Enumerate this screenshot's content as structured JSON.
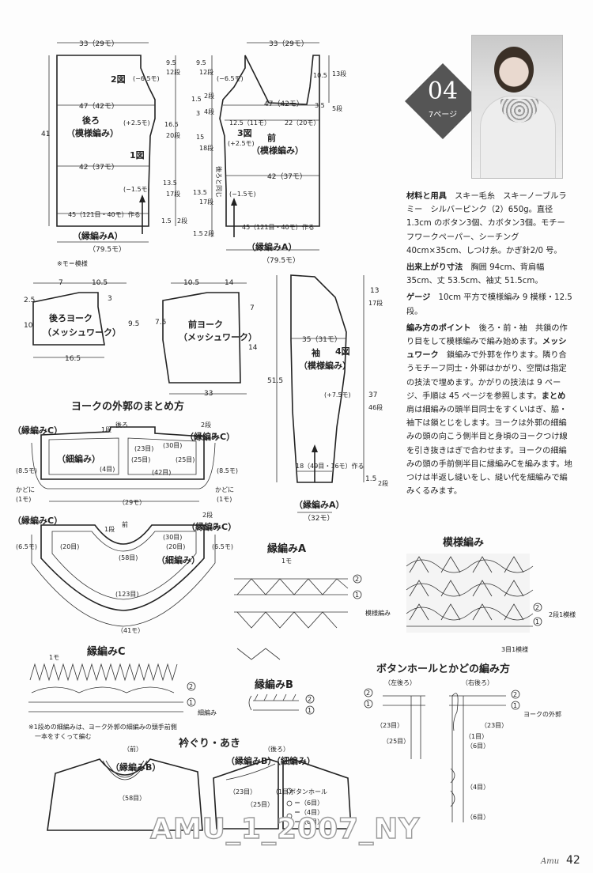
{
  "pattern": {
    "number": "04",
    "page_ref": "7ページ"
  },
  "text_blocks": [
    {
      "heading": "材料と用具",
      "body": "　スキー毛糸　スキーノーブルラミー　シルバーピンク（2）650g。直径 1.3cm のボタン3個、カボタン3個。モチーフワークペーパー、シーチング 40cm×35cm、しつけ糸。かぎ針2/0 号。"
    },
    {
      "heading": "出来上がり寸法",
      "body": "　胸囲 94cm、背肩幅 35cm、丈 53.5cm、袖丈 51.5cm。"
    },
    {
      "heading": "ゲージ",
      "body": "　10cm 平方で模様編み 9 模様・12.5 段。"
    },
    {
      "heading": "編み方のポイント",
      "body": "　後ろ・前・袖　共鎖の作り目をして模様編みで編み始めます。"
    },
    {
      "heading": "メッシュワーク",
      "body": "　鎖編みで外郭を作ります。隣り合うモチーフ同士・外郭はかがり、空間は指定の技法で埋めます。かがりの技法は 9 ページ、手順は 45 ページを参照します。"
    },
    {
      "heading": "まとめ",
      "body": "　肩は細編みの頭半目同士をすくいはぎ、脇・袖下は鎖とじをします。ヨークは外郭の細編みの頭の向こう側半目と身頃のヨークつけ線を引き抜きはぎで合わせます。ヨークの細編みの頭の手前側半目に縁編みCを編みます。地つけは半返し縫いをし、縫い代を細編みで編みくるみます。"
    }
  ],
  "back": {
    "title": "後ろ",
    "subtitle": "（模様編み）",
    "fig2": "2図",
    "fig1": "1図",
    "top_width": "33（29モ）",
    "m1": "(−6.5モ)",
    "w47": "47（42モ）",
    "m2": "(+2.5モ)",
    "w42": "42（37モ）",
    "m3": "(−1.5モ)",
    "start": "45（121目・40モ）作る",
    "edge": "（縁編みA）",
    "bottom": "（79.5モ）",
    "height": "41",
    "side_segments": [
      "9.5",
      "12段",
      "16.5",
      "20段",
      "13.5",
      "17段",
      "1.5",
      "2段"
    ],
    "note": "※モ＝模様"
  },
  "front": {
    "title": "前",
    "subtitle": "（模様編み）",
    "fig3": "3図",
    "same_as_back": "後ろと同じ",
    "top_width": "33（29モ）",
    "m1": "(−6.5モ)",
    "w47": "47（42モ）",
    "w125": "12.5（11モ）",
    "w22": "22（20モ）",
    "m2": "(+2.5モ)",
    "w42": "42（37モ）",
    "m3": "(−1.5モ)",
    "start": "45（121目・40モ）作る",
    "edge": "（縁編みA）",
    "bottom": "（79.5モ）",
    "left_segments": [
      "9.5",
      "12段",
      "1.5",
      "2段",
      "3",
      "4段",
      "15",
      "18段",
      "13.5",
      "17段",
      "1.5",
      "2段"
    ],
    "right_segments": [
      "10.5",
      "13段",
      "3.5",
      "5段"
    ]
  },
  "back_yoke": {
    "title": "後ろヨーク",
    "subtitle": "（メッシュワーク）",
    "w7": "7",
    "w105": "10.5",
    "h25": "2.5",
    "h10": "10",
    "h3": "3",
    "h95": "9.5",
    "bottom": "16.5"
  },
  "front_yoke": {
    "title": "前ヨーク",
    "subtitle": "（メッシュワーク）",
    "w105": "10.5",
    "w14": "14",
    "h75": "7.5",
    "h7": "7",
    "h14": "14",
    "bottom": "33"
  },
  "sleeve": {
    "title": "袖",
    "fig": "4図",
    "subtitle": "（模様編み）",
    "w35": "35（31モ）",
    "height": "51.5",
    "top": "13",
    "top_rows": "17段",
    "inc": "(+7.5モ)",
    "mid": "37",
    "mid_rows": "46段",
    "start": "18（49目・16モ）作る",
    "b15": "1.5",
    "b2": "2段",
    "edge": "（縁編みA）",
    "bottom": "（32モ）"
  },
  "yoke_assembly": {
    "title": "ヨークの外郭のまとめ方",
    "back": {
      "edgeC_l": "（縁編みC）",
      "edgeC_r": "（縁編みC）",
      "r1": "1段",
      "back_label": "後ろ",
      "r2": "2段",
      "r2b": "2段",
      "sc": "（細編み）",
      "a23": "(23目)",
      "a30": "(30目)",
      "a25": "(25目)",
      "a25b": "(25目)",
      "a4": "(4目)",
      "a42": "(42目)",
      "m85": "(8.5モ)",
      "m85b": "(8.5モ)",
      "corner": "かどに",
      "m1": "(1モ)",
      "corner_b": "かどに",
      "m1b": "(1モ)",
      "m29": "（29モ）"
    },
    "front": {
      "edgeC_l": "（縁編みC）",
      "edgeC_r": "（縁編みC）",
      "r1": "1段",
      "front_label": "前",
      "r2": "2段",
      "r2b": "2段",
      "a20": "(20目)",
      "a30": "(30目)",
      "a58": "(58目)",
      "sc": "（細編み）",
      "a20b": "(20目)",
      "m65": "(6.5モ)",
      "m65b": "(6.5モ)",
      "a123": "(123目)",
      "m41": "（41モ）"
    }
  },
  "charts": {
    "edge_a": {
      "title": "縁編みA",
      "one_m": "1モ",
      "r2": "2",
      "r1": "1",
      "label": "模様編み"
    },
    "pattern": {
      "title": "模様編み",
      "r2": "2",
      "r1": "1",
      "side": "2段1模様",
      "bottom": "3目1模様"
    },
    "edge_c": {
      "title": "縁編みC",
      "one_m": "1モ",
      "r2": "2",
      "r1": "1",
      "label": "細編み",
      "note1": "※1段めの細編みは、ヨーク外郭の細編みの頭手前側",
      "note2": "一本をすくって編む"
    },
    "edge_b": {
      "title": "縁編みB",
      "r2": "2",
      "r1": "1"
    },
    "button": {
      "title": "ボタンホールとかどの編み方",
      "left": "（左後ろ）",
      "right": "（右後ろ）",
      "r2": "2",
      "r1": "1",
      "a23": "（23目）",
      "a25": "（25目）",
      "r2b": "2",
      "r1b": "1",
      "label": "ヨークの外郭",
      "b23": "（23目）",
      "b1": "（1目）",
      "b6": "（6目）",
      "b4": "（4目）",
      "b6b": "（6目）"
    },
    "neck": {
      "title": "衿ぐり・あき",
      "front": "（前）",
      "edge_b": "（縁編みB）",
      "a58": "（58目）",
      "back": "（後ろ）",
      "edge_bs": "（縁編みB）（細編み）",
      "a23": "（23目）",
      "hole": "ボタンホール",
      "a25": "（25目）",
      "m1": "（1目）",
      "m6": "＝（6目）",
      "m4": "＝（4目）",
      "m6b": "＝（6目）"
    }
  },
  "watermark": "AMU_1_2007_NY",
  "footer": {
    "brand": "Amu",
    "page": "42"
  },
  "colors": {
    "badge": "#555555",
    "ink": "#222222"
  }
}
